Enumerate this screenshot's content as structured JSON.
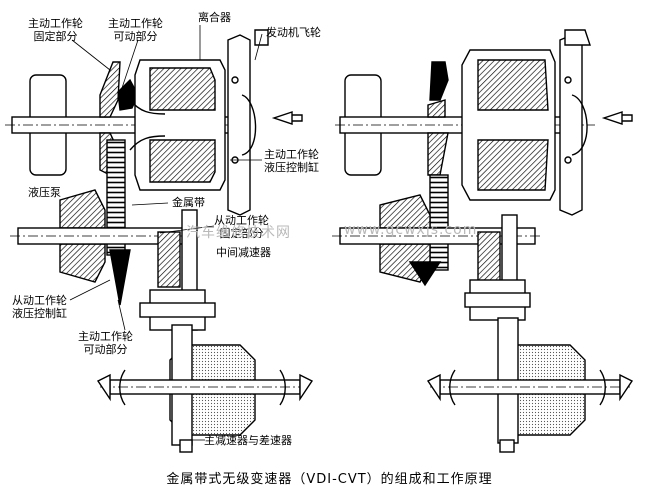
{
  "labels": {
    "drive_fixed": [
      "主动工作轮",
      "固定部分"
    ],
    "drive_movable_top": [
      "主动工作轮",
      "可动部分"
    ],
    "clutch": "离合器",
    "flywheel": "发动机飞轮",
    "drive_cylinder": [
      "主动工作轮",
      "液压控制缸"
    ],
    "pump": "液压泵",
    "belt": "金属带",
    "driven_fixed": [
      "从动工作轮",
      "固定部分"
    ],
    "intermediate_reducer": "中间减速器",
    "driven_cylinder": [
      "从动工作轮",
      "液压控制缸"
    ],
    "drive_movable_bottom": [
      "主动工作轮",
      "可动部分"
    ],
    "final_drive": "主减速器与差速器"
  },
  "watermark": {
    "left": "汽车维修技术网",
    "right": "www.qcwxjs.com"
  },
  "caption": "金属带式无级变速器（VDI-CVT）的组成和工作原理"
}
